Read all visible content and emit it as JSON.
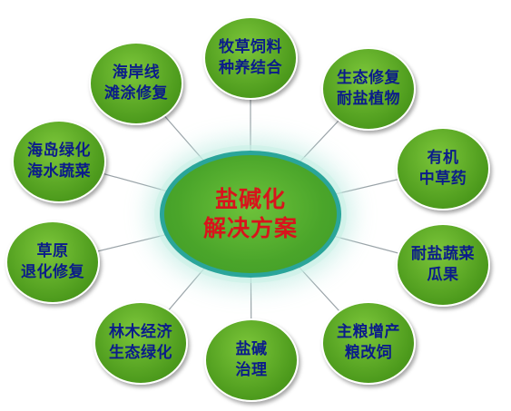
{
  "center": {
    "lines": [
      "盐碱化",
      "解决方案"
    ]
  },
  "nodes": [
    {
      "id": "forage",
      "lines": [
        "牧草饲料",
        "种养结合"
      ]
    },
    {
      "id": "eco-restore",
      "lines": [
        "生态修复",
        "耐盐植物"
      ]
    },
    {
      "id": "herbal",
      "lines": [
        "有机",
        "中草药"
      ]
    },
    {
      "id": "vegetable",
      "lines": [
        "耐盐蔬菜",
        "瓜果"
      ]
    },
    {
      "id": "grain",
      "lines": [
        "主粮增产",
        "粮改饲"
      ]
    },
    {
      "id": "treatment",
      "lines": [
        "盐碱",
        "治理"
      ]
    },
    {
      "id": "forestry",
      "lines": [
        "林木经济",
        "生态绿化"
      ]
    },
    {
      "id": "grassland",
      "lines": [
        "草原",
        "退化修复"
      ]
    },
    {
      "id": "island",
      "lines": [
        "海岛绿化",
        "海水蔬菜"
      ]
    },
    {
      "id": "coast",
      "lines": [
        "海岸线",
        "滩涂修复"
      ]
    }
  ]
}
